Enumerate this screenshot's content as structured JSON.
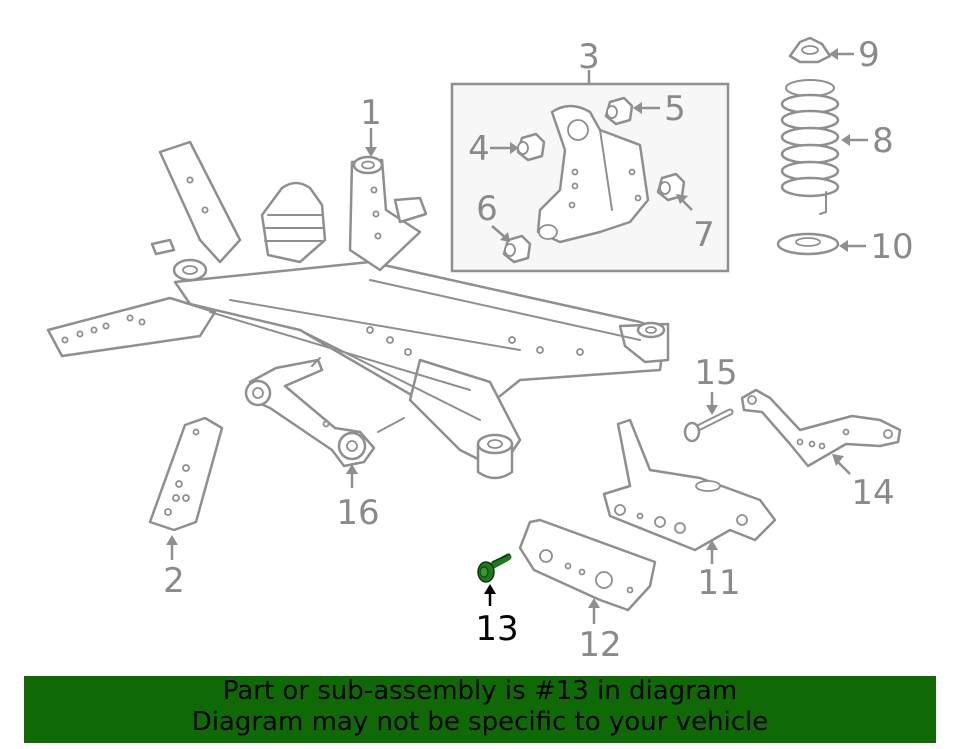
{
  "diagram": {
    "callouts": [
      {
        "id": "1",
        "label": "1",
        "highlighted": false
      },
      {
        "id": "2",
        "label": "2",
        "highlighted": false
      },
      {
        "id": "3",
        "label": "3",
        "highlighted": false
      },
      {
        "id": "4",
        "label": "4",
        "highlighted": false
      },
      {
        "id": "5",
        "label": "5",
        "highlighted": false
      },
      {
        "id": "6",
        "label": "6",
        "highlighted": false
      },
      {
        "id": "7",
        "label": "7",
        "highlighted": false
      },
      {
        "id": "8",
        "label": "8",
        "highlighted": false
      },
      {
        "id": "9",
        "label": "9",
        "highlighted": false
      },
      {
        "id": "10",
        "label": "10",
        "highlighted": false
      },
      {
        "id": "11",
        "label": "11",
        "highlighted": false
      },
      {
        "id": "12",
        "label": "12",
        "highlighted": false
      },
      {
        "id": "13",
        "label": "13",
        "highlighted": true
      },
      {
        "id": "14",
        "label": "14",
        "highlighted": false
      },
      {
        "id": "15",
        "label": "15",
        "highlighted": false
      },
      {
        "id": "16",
        "label": "16",
        "highlighted": false
      }
    ],
    "colors": {
      "line_gray": "#8f8f8f",
      "label_gray": "#8a8a8a",
      "highlight_part": "#1f7a1f",
      "highlight_label": "#000000",
      "box_fill": "#f7f7f7"
    }
  },
  "banner": {
    "line1": "Part or sub-assembly is #13 in diagram",
    "line2": "Diagram may not be specific to your vehicle",
    "background": "#0f6a06"
  }
}
